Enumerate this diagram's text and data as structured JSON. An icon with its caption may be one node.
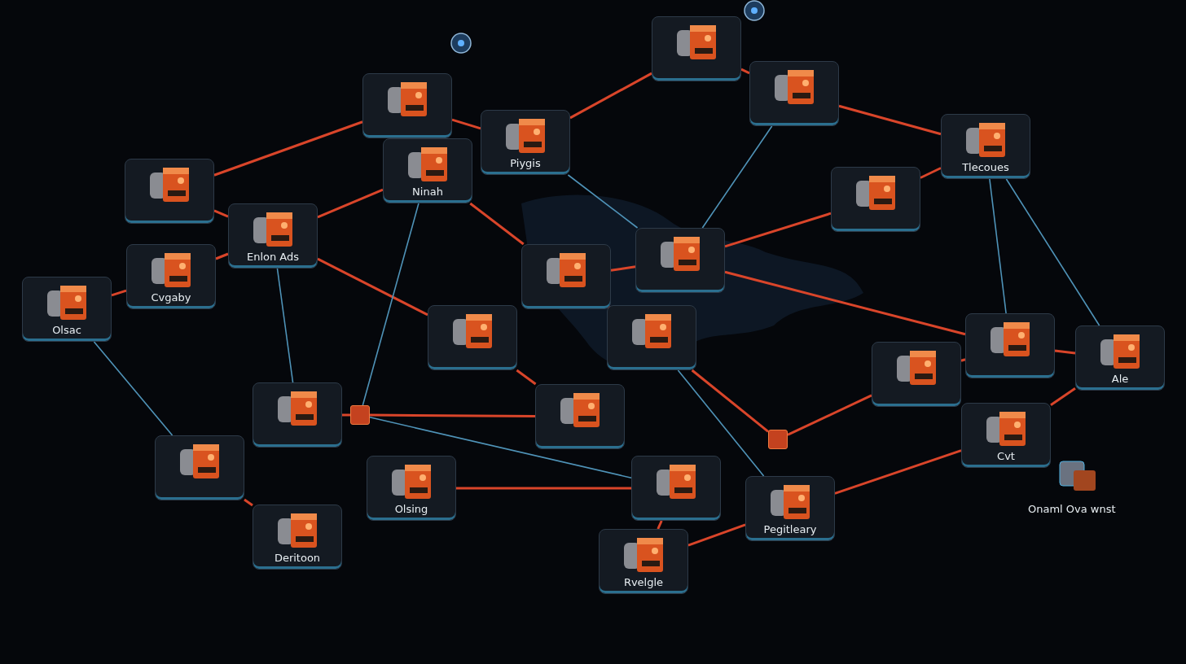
{
  "diagram": {
    "nodes": [
      {
        "text": [],
        "shape": "box"
      },
      {
        "text": [
          "Piygis"
        ]
      },
      {
        "text": [
          "Ninah"
        ]
      },
      {
        "text": [],
        "shape": "box"
      },
      {
        "text": [
          "Enlon Ads"
        ]
      },
      {
        "text": [
          "Cvgaby"
        ]
      },
      {
        "text": [
          "Olsac"
        ]
      },
      {
        "text": [],
        "shape": "box"
      },
      {
        "text": [],
        "shape": "box"
      },
      {
        "text": [
          "Tlecoues"
        ]
      },
      {
        "text": [],
        "shape": "box"
      },
      {
        "text": [],
        "shape": "box"
      },
      {
        "text": [],
        "shape": "box"
      },
      {
        "text": [],
        "shape": "box"
      },
      {
        "text": [],
        "shape": "box"
      },
      {
        "text": [],
        "shape": "box"
      },
      {
        "text": [],
        "shape": "box"
      },
      {
        "text": [],
        "shape": "box"
      },
      {
        "text": [
          "Ale"
        ]
      },
      {
        "text": [
          "Cvt"
        ]
      },
      {
        "text": [],
        "shape": "box"
      },
      {
        "text": [],
        "shape": "box"
      },
      {
        "text": [
          "Olsing"
        ]
      },
      {
        "text": [
          "Deritoon"
        ]
      },
      {
        "text": [],
        "shape": "box"
      },
      {
        "text": [
          "Pegitleary"
        ]
      },
      {
        "text": [
          "Rvelgle"
        ]
      },
      {
        "text": [],
        "shape": "box"
      },
      {
        "text": [],
        "shape": "box"
      }
    ],
    "edges": [
      {
        "from": 3,
        "to": 0,
        "arrow": "none"
      },
      {
        "from": 0,
        "to": 1,
        "arrow": "none"
      },
      {
        "from": 1,
        "to": 7,
        "arrow": "none"
      },
      {
        "from": 7,
        "to": 8,
        "arrow": "none"
      },
      {
        "from": 8,
        "to": 9,
        "arrow": "none"
      },
      {
        "from": 9,
        "to": 10,
        "arrow": "none"
      },
      {
        "from": 10,
        "to": 11,
        "arrow": "none"
      },
      {
        "from": 11,
        "to": 12,
        "arrow": "none"
      },
      {
        "from": 2,
        "to": 12,
        "arrow": "none"
      },
      {
        "from": 3,
        "to": 4,
        "arrow": "none"
      },
      {
        "from": 4,
        "to": 2,
        "arrow": "none"
      },
      {
        "from": 5,
        "to": 4,
        "arrow": "none"
      },
      {
        "from": 6,
        "to": 5,
        "arrow": "none"
      },
      {
        "from": 4,
        "to": 13,
        "arrow": "none"
      },
      {
        "from": 13,
        "to": 15,
        "arrow": "none"
      },
      {
        "from": 12,
        "to": 14,
        "arrow": "none"
      },
      {
        "from": 14,
        "to": 28,
        "arrow": "none"
      },
      {
        "from": 28,
        "to": 16,
        "arrow": "none"
      },
      {
        "from": 16,
        "to": 17,
        "arrow": "none"
      },
      {
        "from": 17,
        "to": 18,
        "arrow": "none"
      },
      {
        "from": 11,
        "to": 17,
        "arrow": "none"
      },
      {
        "from": 27,
        "to": 15,
        "arrow": "none"
      },
      {
        "from": 20,
        "to": 27,
        "arrow": "none"
      },
      {
        "from": 21,
        "to": 23,
        "arrow": "none"
      },
      {
        "from": 22,
        "to": 24,
        "arrow": "none"
      },
      {
        "from": 24,
        "to": 26,
        "arrow": "none"
      },
      {
        "from": 26,
        "to": 25,
        "arrow": "none"
      },
      {
        "from": 25,
        "to": 19,
        "arrow": "none"
      },
      {
        "from": 19,
        "to": 18,
        "arrow": "none"
      },
      {
        "from": 6,
        "to": 21,
        "arrow": "none",
        "color": "#4f93b8"
      },
      {
        "from": 2,
        "to": 27,
        "arrow": "none",
        "color": "#4f93b8"
      },
      {
        "from": 1,
        "to": 11,
        "arrow": "none",
        "color": "#4f93b8"
      },
      {
        "from": 8,
        "to": 11,
        "arrow": "none",
        "color": "#4f93b8"
      },
      {
        "from": 9,
        "to": 17,
        "arrow": "none",
        "color": "#4f93b8"
      },
      {
        "from": 9,
        "to": 18,
        "arrow": "none",
        "color": "#4f93b8"
      },
      {
        "from": 27,
        "to": 24,
        "arrow": "none",
        "color": "#4f93b8"
      },
      {
        "from": 14,
        "to": 25,
        "arrow": "none",
        "color": "#4f93b8"
      },
      {
        "from": 4,
        "to": 20,
        "arrow": "none",
        "color": "#4f93b8"
      }
    ],
    "labels": [
      "Onaml Ova wnst"
    ]
  }
}
